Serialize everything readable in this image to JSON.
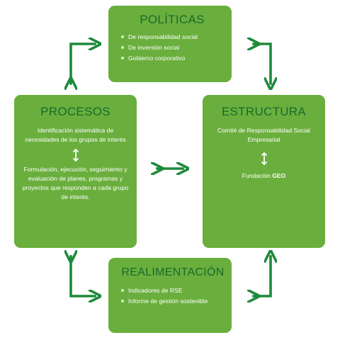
{
  "colors": {
    "card_fill": "#6aaf3d",
    "title_text": "#176b2c",
    "arrow": "#1d8a3a",
    "background": "#ffffff"
  },
  "politicas": {
    "title": "POLÍTICAS",
    "items": [
      "De responsabilidad social",
      "De inversión social",
      "Gobierno corporativo"
    ]
  },
  "procesos": {
    "title": "PROCESOS",
    "text_top": "Identificación sistemática de necesidades de los grupos de interés",
    "text_bottom": "Formulación, ejecución, seguimiento y evaluación de planes, programas y proyectos que responden a cada grupo de interés."
  },
  "estructura": {
    "title": "ESTRUCTURA",
    "text_top": "Comité de Responsabilidad Social Empresarial",
    "foundation_prefix": "Fundación",
    "foundation_brand": "GEO"
  },
  "realimentacion": {
    "title": "REALIMENTACIÓN",
    "items": [
      "Indicadores de RSE",
      "Informe de gestión sostenible"
    ]
  }
}
